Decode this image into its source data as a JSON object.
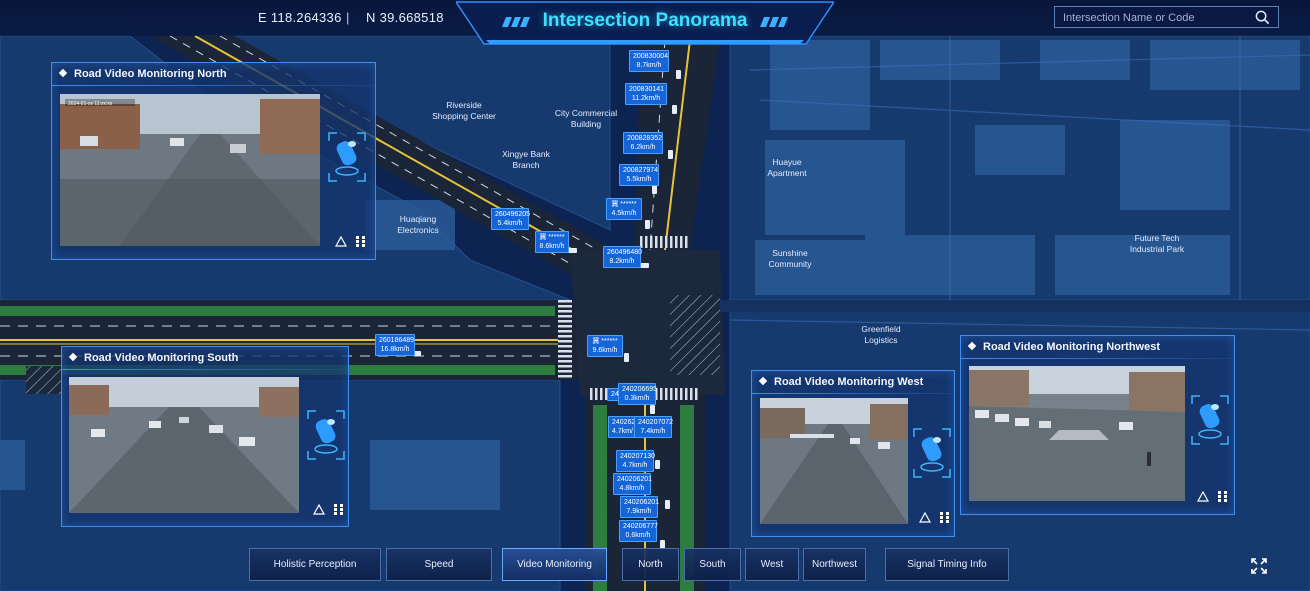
{
  "header": {
    "longitude": "E 118.264336",
    "separator": "|",
    "latitude": "N 39.668518",
    "title": "Intersection Panorama",
    "search_placeholder": "Intersection Name or Code"
  },
  "map_labels": {
    "riverside": "Riverside\nShopping Center",
    "city_commercial": "City Commercial\nBuilding",
    "xingye": "Xingye Bank\nBranch",
    "huaqiang": "Huaqiang\nElectronics",
    "huayue": "Huayue\nApartment",
    "sunshine": "Sunshine\nCommunity",
    "futuretech": "Future Tech\nIndustrial Park",
    "greenfield": "Greenfield\nLogistics"
  },
  "vehicles": [
    {
      "id": "200830004",
      "speed": "8.7km/h"
    },
    {
      "id": "200830141",
      "speed": "11.2km/h"
    },
    {
      "id": "200828352",
      "speed": "6.2km/h"
    },
    {
      "id": "200827974",
      "speed": "5.5km/h"
    },
    {
      "id": "冀 ******",
      "speed": "4.5km/h"
    },
    {
      "id": "260496205",
      "speed": "5.4km/h"
    },
    {
      "id": "冀 ******",
      "speed": "8.6km/h"
    },
    {
      "id": "260496480",
      "speed": "8.2km/h"
    },
    {
      "id": "260186489",
      "speed": "16.8km/h"
    },
    {
      "id": "冀 ******",
      "speed": "9.6km/h"
    },
    {
      "id": "240206695",
      "speed": "0.3km/h"
    },
    {
      "id": "24",
      "speed": ""
    },
    {
      "id": "240262",
      "speed": "4.7km/"
    },
    {
      "id": "240207072",
      "speed": "7.4km/h"
    },
    {
      "id": "240207130",
      "speed": "4.7km/h"
    },
    {
      "id": "240206201",
      "speed": "4.8km/h"
    },
    {
      "id": "240206201",
      "speed": "7.9km/h"
    },
    {
      "id": "240206777",
      "speed": "0.6km/h"
    }
  ],
  "panels": {
    "north": {
      "title": "Road Video Monitoring  North",
      "overlay": "2024-01-xx 11:xx:xx"
    },
    "south": {
      "title": "Road Video Monitoring  South"
    },
    "west": {
      "title": "Road Video Monitoring  West"
    },
    "northwest": {
      "title": "Road Video Monitoring  Northwest"
    }
  },
  "nav": {
    "holistic": "Holistic Perception",
    "speed": "Speed",
    "video": "Video Monitoring",
    "north": "North",
    "south": "South",
    "west": "West",
    "northwest": "Northwest",
    "signal": "Signal Timing Info"
  },
  "colors": {
    "background": "#0a1a3a",
    "title_accent": "#3ee0ff",
    "panel_border": "#3f8ef0",
    "vehicle_tag": "#1565d8"
  }
}
